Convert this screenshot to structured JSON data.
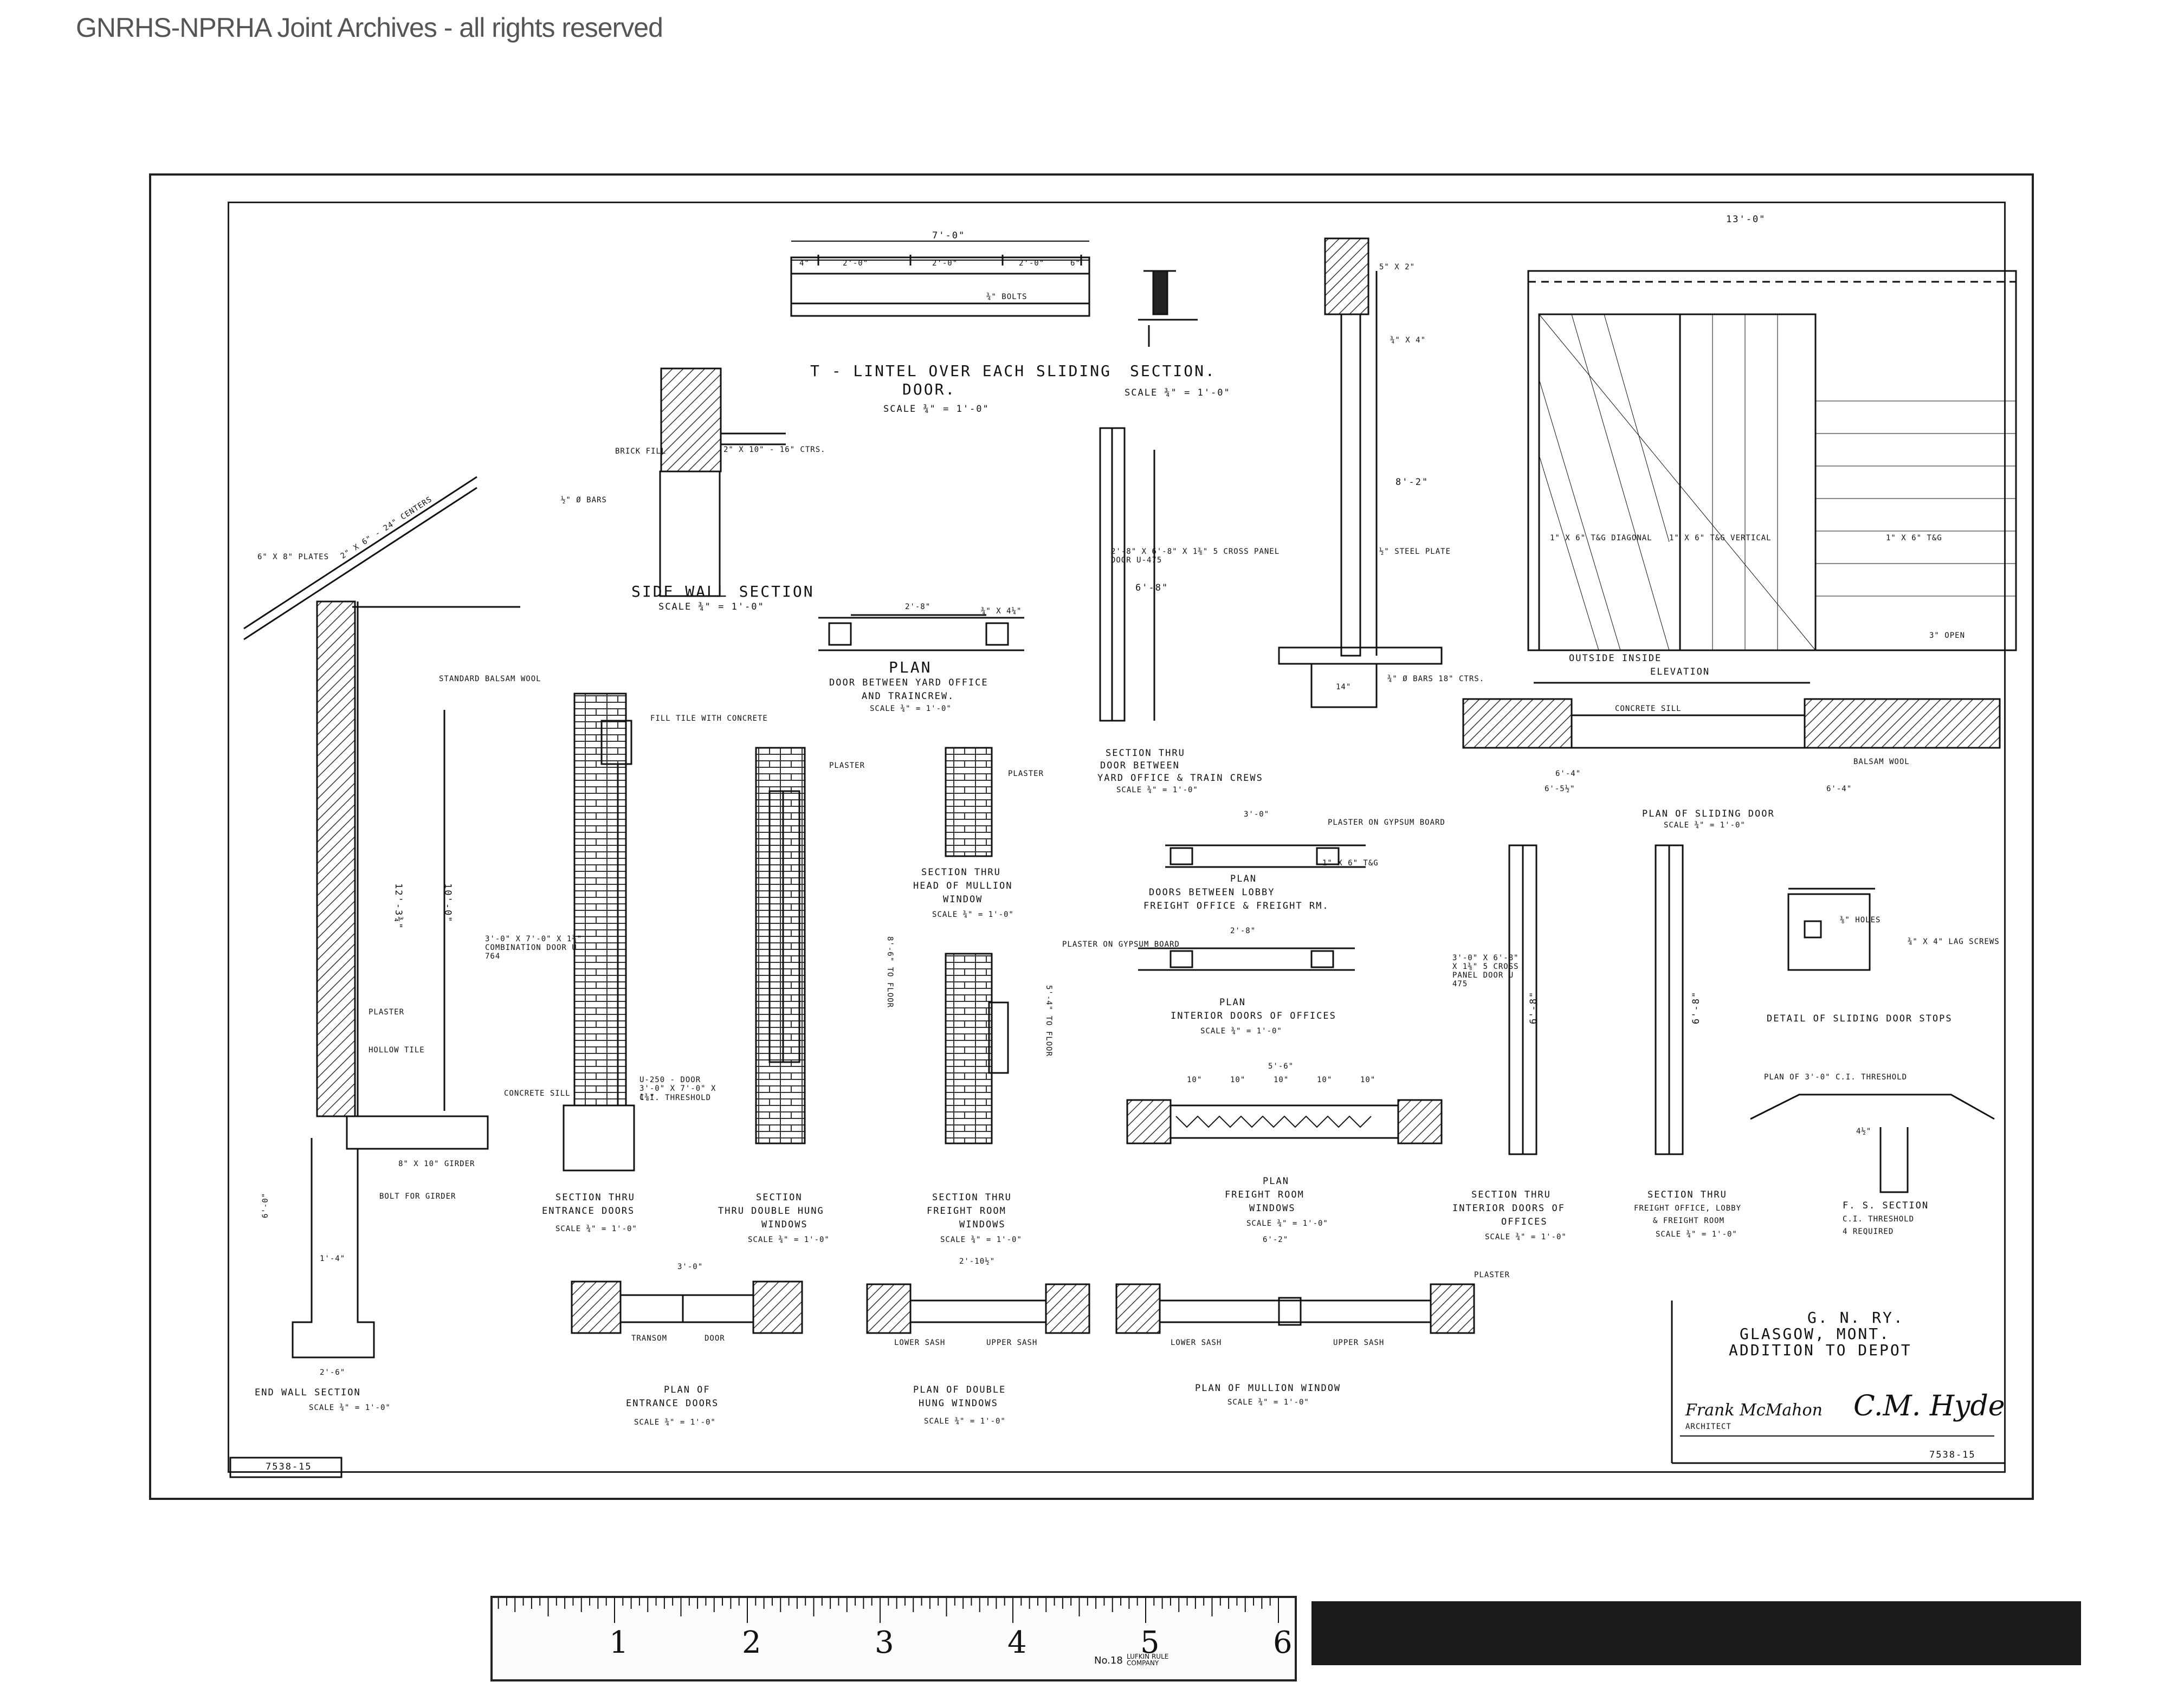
{
  "watermark": "GNRHS-NPRHA Joint Archives - all rights reserved",
  "drawing_no": "7538-15",
  "details": {
    "lintel": {
      "title": "T - LINTEL OVER EACH SLIDING",
      "title2": "DOOR.",
      "scale": "SCALE ¾\" = 1'-0\"",
      "dim_total": "7'-0\"",
      "dims": [
        "4\"",
        "2'-0\"",
        "2'-0\"",
        "2'-0\"",
        "6\""
      ],
      "bolt": "¾\" BOLTS"
    },
    "lintel_section": {
      "title": "SECTION.",
      "scale": "SCALE ¾\" = 1'-0\""
    },
    "side_wall": {
      "title": "SIDE WALL SECTION",
      "scale": "SCALE ¾\" = 1'-0\"",
      "notes": [
        "BRICK FILL",
        "2\" x 10\" - 16\" CTRS.",
        "½\" Ø BARS"
      ]
    },
    "door_yard": {
      "title": "PLAN",
      "line2": "DOOR BETWEEN YARD OFFICE",
      "line3": "AND TRAINCREW.",
      "scale": "SCALE ¾\" = 1'-0\"",
      "dim": "2'-8\"",
      "note": "¾\" x 4¼\""
    },
    "section_door_yard": {
      "title": "SECTION THRU",
      "line2": "DOOR BETWEEN",
      "line3": "YARD OFFICE & TRAIN CREWS",
      "scale": "SCALE ¾\" = 1'-0\"",
      "note": "2'-8\" x 6'-8\" x 1⅜\" 5 CROSS PANEL DOOR U-475",
      "height": "6'-8\""
    },
    "head_section": {
      "height": "8'-2\"",
      "notes": [
        "5\" x 2\"",
        "¾\" x 4\"",
        "½\" STEEL PLATE",
        "¾\" Ø BARS 18\" CTRS."
      ],
      "dim": "14\""
    },
    "elevation": {
      "dim_top": "13'-0\"",
      "title": "OUTSIDE          INSIDE",
      "title2": "ELEVATION",
      "notes": [
        "1\" x 6\" T&G DIAGONAL",
        "1\" x 6\" T&G VERTICAL",
        "1\" x 6\" T&G",
        "3\" OPEN"
      ]
    },
    "sliding_plan": {
      "title": "PLAN OF SLIDING DOOR",
      "scale": "SCALE ¾\" = 1'-0\"",
      "notes": [
        "CONCRETE SILL",
        "BALSAM WOOL"
      ],
      "dims": [
        "6'-4\"",
        "6'-5½\"",
        "6'-4\""
      ]
    },
    "end_wall": {
      "title": "END WALL SECTION",
      "scale": "SCALE ¾\" = 1'-0\"",
      "notes": [
        "6\" x 8\" PLATES",
        "2\" x 6\" - 24\" CENTERS",
        "STANDARD BALSAM WOOL",
        "PLASTER",
        "HOLLOW TILE",
        "8\" x 10\" GIRDER",
        "BOLT FOR GIRDER"
      ],
      "dims": [
        "10'-0\"",
        "12'-3¾\"",
        "6'-0\"",
        "2'-6\"",
        "1'-4\""
      ]
    },
    "entrance_section": {
      "title": "SECTION THRU",
      "line2": "ENTRANCE DOORS",
      "scale": "SCALE ¾\" = 1'-0\"",
      "notes": [
        "FILL TILE WITH CONCRETE",
        "3'-0\" x 7'-0\" x 1⅜\" COMBINATION DOOR U 764",
        "CONCRETE SILL",
        "C.I. THRESHOLD"
      ]
    },
    "double_hung_section": {
      "title": "SECTION",
      "line2": "THRU DOUBLE HUNG",
      "line3": "WINDOWS",
      "scale": "SCALE ¾\" = 1'-0\"",
      "notes": [
        "PLASTER",
        "U-250 - DOOR 3'-0\" x 7'-0\" x 1⅜\""
      ]
    },
    "mullion_head": {
      "title": "SECTION THRU",
      "line2": "HEAD OF MULLION",
      "line3": "WINDOW",
      "scale": "SCALE ¾\" = 1'-0\"",
      "note": "PLASTER",
      "height": "8'-6\" TO FLOOR"
    },
    "freight_window_section": {
      "title": "SECTION THRU",
      "line2": "FREIGHT ROOM",
      "line3": "WINDOWS",
      "scale": "SCALE ¾\" = 1'-0\"",
      "height": "5'-4\" TO FLOOR"
    },
    "lobby_doors": {
      "title": "PLAN",
      "line2": "DOORS BETWEEN LOBBY",
      "line3": "FREIGHT OFFICE & FREIGHT RM.",
      "dim": "3'-0\"",
      "notes": [
        "PLASTER ON GYPSUM BOARD",
        "1\" x 6\" T&G"
      ]
    },
    "interior_doors": {
      "title": "PLAN",
      "line2": "INTERIOR DOORS OF OFFICES",
      "scale": "SCALE ¾\" = 1'-0\"",
      "dim": "2'-8\"",
      "note": "PLASTER ON GYPSUM BOARD"
    },
    "freight_windows_plan": {
      "title": "PLAN",
      "line2": "FREIGHT ROOM",
      "line3": "WINDOWS",
      "scale": "SCALE ¾\" = 1'-0\"",
      "dim": "5'-6\"",
      "dims": [
        "10\"",
        "10\"",
        "10\"",
        "10\"",
        "10\""
      ]
    },
    "int_doors_section": {
      "title": "SECTION THRU",
      "line2": "INTERIOR DOORS OF",
      "line3": "OFFICES",
      "scale": "SCALE ¾\" = 1'-0\"",
      "note": "3'-0\" x 6'-8\" x 1⅜\" 5 CROSS PANEL DOOR U 475",
      "height": "6'-8\""
    },
    "freight_office_section": {
      "title": "SECTION THRU",
      "line2": "FREIGHT OFFICE, LOBBY",
      "line3": "& FREIGHT ROOM",
      "scale": "SCALE ¾\" = 1'-0\"",
      "height": "6'-8\""
    },
    "door_stops": {
      "title": "DETAIL OF SLIDING DOOR STOPS",
      "notes": [
        "⅜\" HOLES",
        "¾\" x 4\" LAG SCREWS"
      ]
    },
    "threshold": {
      "title": "PLAN OF 3'-0\" C.I. THRESHOLD",
      "dim": "4½\""
    },
    "fs_section": {
      "title": "F. S. SECTION",
      "line2": "C.I. THRESHOLD",
      "line3": "4 REQUIRED"
    },
    "entrance_plan": {
      "title": "PLAN OF",
      "line2": "ENTRANCE DOORS",
      "scale": "SCALE ¾\" = 1'-0\"",
      "dim": "3'-0\"",
      "labels": [
        "TRANSOM",
        "DOOR"
      ]
    },
    "double_hung_plan": {
      "title": "PLAN OF DOUBLE",
      "line2": "HUNG WINDOWS",
      "scale": "SCALE ¾\" = 1'-0\"",
      "dim": "2'-10½\"",
      "labels": [
        "LOWER SASH",
        "UPPER SASH"
      ]
    },
    "mullion_plan": {
      "title": "PLAN OF MULLION WINDOW",
      "scale": "SCALE ¾\" = 1'-0\"",
      "dim": "6'-2\"",
      "labels": [
        "LOWER SASH",
        "UPPER SASH"
      ],
      "note": "PLASTER"
    }
  },
  "title_block": {
    "line1": "G. N. RY.",
    "line2": "GLASGOW, MONT.",
    "line3": "ADDITION TO DEPOT",
    "architect_label": "ARCHITECT",
    "signature1": "Frank McMahon",
    "signature2": "C.M. Hyde"
  },
  "ruler": {
    "numbers": [
      "1",
      "2",
      "3",
      "4",
      "5",
      "6"
    ],
    "model": "No.18",
    "brand": "LUFKIN RULE COMPANY"
  }
}
